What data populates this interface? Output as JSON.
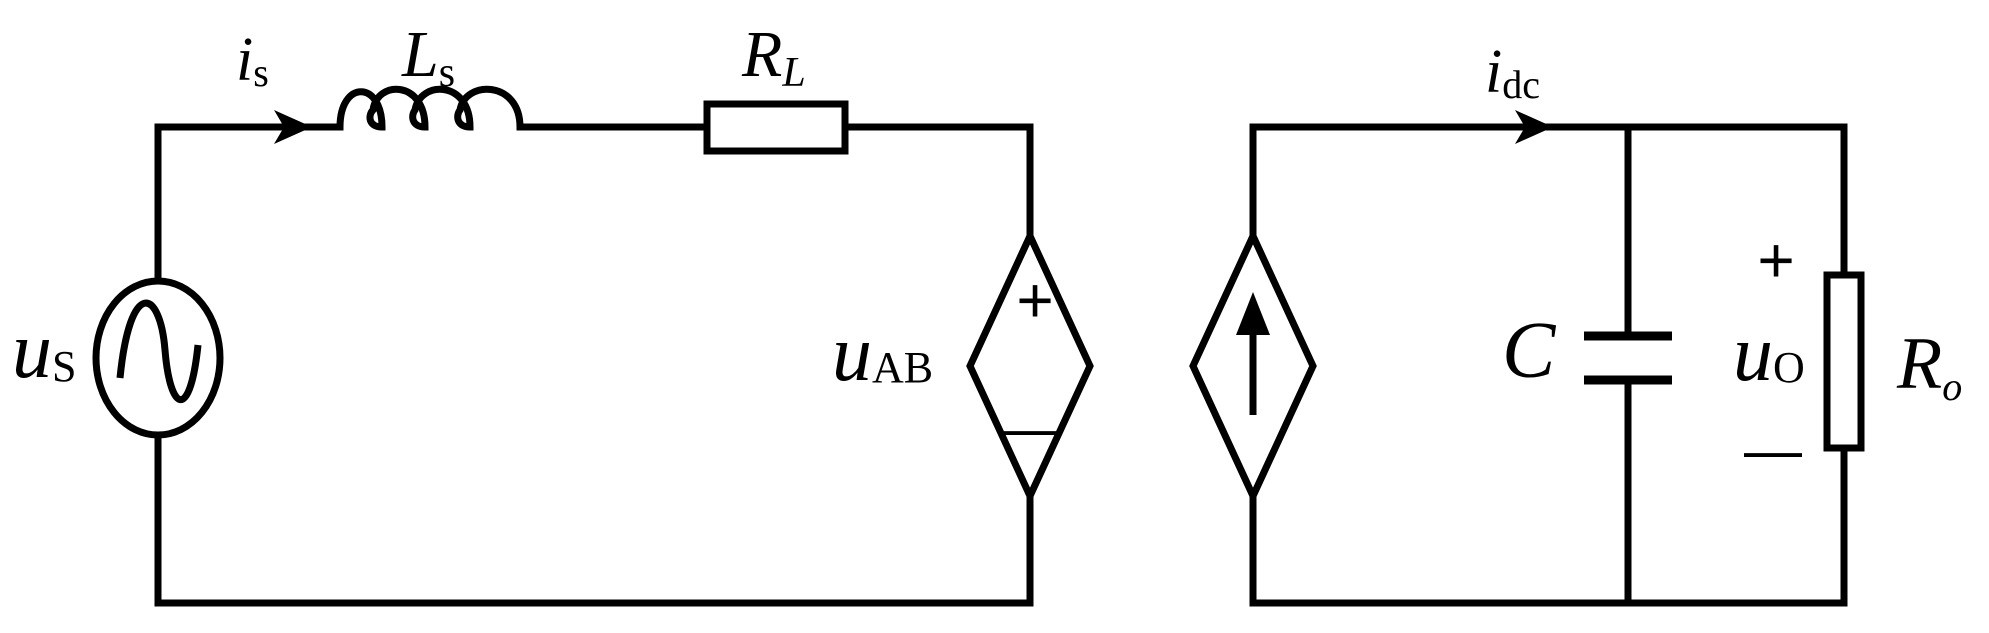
{
  "left_circuit": {
    "source_label": {
      "main": "u",
      "sub": "S"
    },
    "current_label": {
      "main": "i",
      "sub": "s"
    },
    "inductor_label": {
      "main": "L",
      "sub": "s"
    },
    "resistor_label": {
      "main": "R",
      "sub": "L"
    },
    "dependent_source_label": {
      "main": "u",
      "sub": "AB"
    },
    "dependent_source_plus": "+",
    "dependent_source_minus": "—"
  },
  "right_circuit": {
    "current_label": {
      "main": "i",
      "sub": "dc"
    },
    "capacitor_label": "C",
    "output_voltage_label": {
      "main": "u",
      "sub": "O"
    },
    "output_plus": "+",
    "output_minus": "—",
    "load_label": {
      "main": "R",
      "sub": "o"
    }
  },
  "colors": {
    "stroke": "#000000",
    "background": "#ffffff"
  }
}
